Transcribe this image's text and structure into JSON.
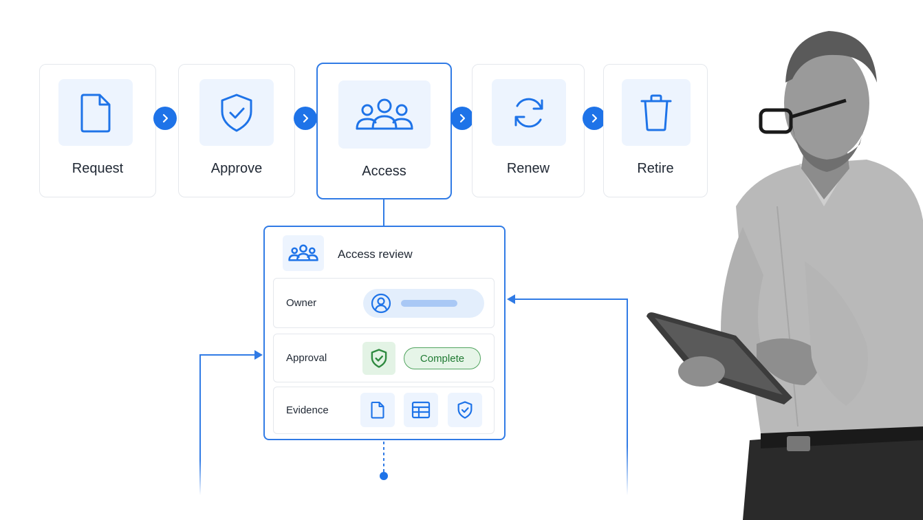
{
  "lifecycle": {
    "steps": [
      {
        "label": "Request",
        "icon": "document-icon"
      },
      {
        "label": "Approve",
        "icon": "shield-check-icon"
      },
      {
        "label": "Access",
        "icon": "users-group-icon"
      },
      {
        "label": "Renew",
        "icon": "refresh-icon"
      },
      {
        "label": "Retire",
        "icon": "trash-icon"
      }
    ],
    "active_step": "Access"
  },
  "review": {
    "title": "Access review",
    "rows": {
      "owner": {
        "label": "Owner"
      },
      "approval": {
        "label": "Approval",
        "status": "Complete"
      },
      "evidence": {
        "label": "Evidence",
        "icons": [
          "document-icon",
          "table-icon",
          "shield-check-icon"
        ]
      }
    }
  },
  "colors": {
    "accent": "#1e73e8",
    "border": "#e4e7ec",
    "tile": "#edf4fe",
    "success": "#4fa35d"
  }
}
